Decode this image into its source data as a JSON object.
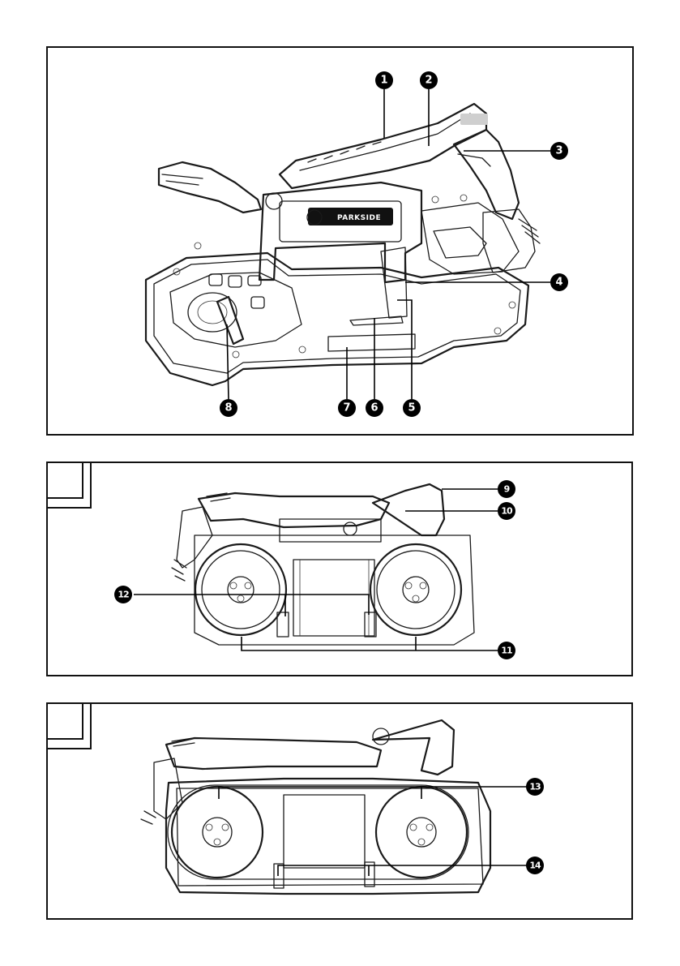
{
  "callouts": {
    "c1": "1",
    "c2": "2",
    "c3": "3",
    "c4": "4",
    "c5": "5",
    "c6": "6",
    "c7": "7",
    "c8": "8",
    "c9": "9",
    "c10": "10",
    "c11": "11",
    "c12": "12",
    "c13": "13",
    "c14": "14"
  },
  "brand_label": "PARKSIDE",
  "colors": {
    "line": "#1a1a1a",
    "badge": "#000000",
    "paper": "#ffffff"
  }
}
